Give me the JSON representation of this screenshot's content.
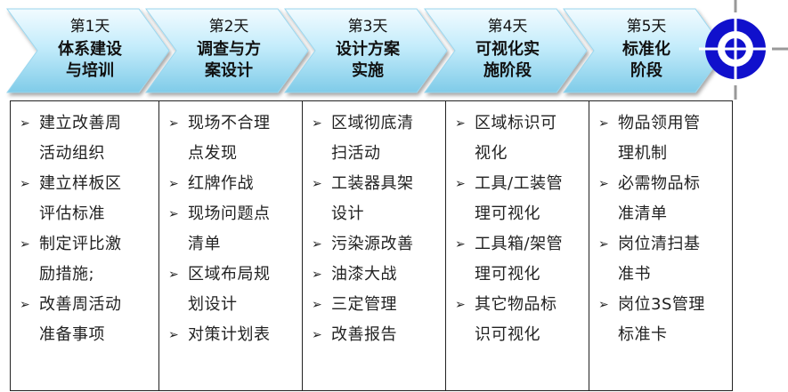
{
  "stages": [
    {
      "day": "第1天",
      "title": [
        "体系建设",
        "与培训"
      ]
    },
    {
      "day": "第2天",
      "title": [
        "调查与方",
        "案设计"
      ]
    },
    {
      "day": "第3天",
      "title": [
        "设计方案",
        "实施"
      ]
    },
    {
      "day": "第4天",
      "title": [
        "可视化实",
        "施阶段"
      ]
    },
    {
      "day": "第5天",
      "title": [
        "标准化",
        "阶段"
      ]
    }
  ],
  "columns": [
    {
      "items": [
        "建立改善周\n活动组织",
        "建立样板区\n评估标准",
        "制定评比激\n励措施;",
        "改善周活动\n准备事项"
      ]
    },
    {
      "items": [
        "现场不合理\n点发现",
        "红牌作战",
        "现场问题点\n清单",
        "区域布局规\n划设计",
        "对策计划表"
      ]
    },
    {
      "items": [
        "区域彻底清\n扫活动",
        "工装器具架\n设计",
        "污染源改善",
        "油漆大战",
        "三定管理",
        "改善报告"
      ]
    },
    {
      "items": [
        "区域标识可\n视化",
        "工具/工装管\n理可视化",
        "工具箱/架管\n理可视化",
        "其它物品标\n识可视化"
      ]
    },
    {
      "items": [
        "物品领用管\n理机制",
        "必需物品标\n准清单",
        "岗位清扫基\n准书",
        "岗位3S管理\n标准卡"
      ]
    }
  ],
  "bullet_glyph": "➢",
  "colors": {
    "chevron_light": "#f2fbff",
    "chevron_dark": "#8ed3ee",
    "target": "#1010cc",
    "border": "#222222"
  }
}
